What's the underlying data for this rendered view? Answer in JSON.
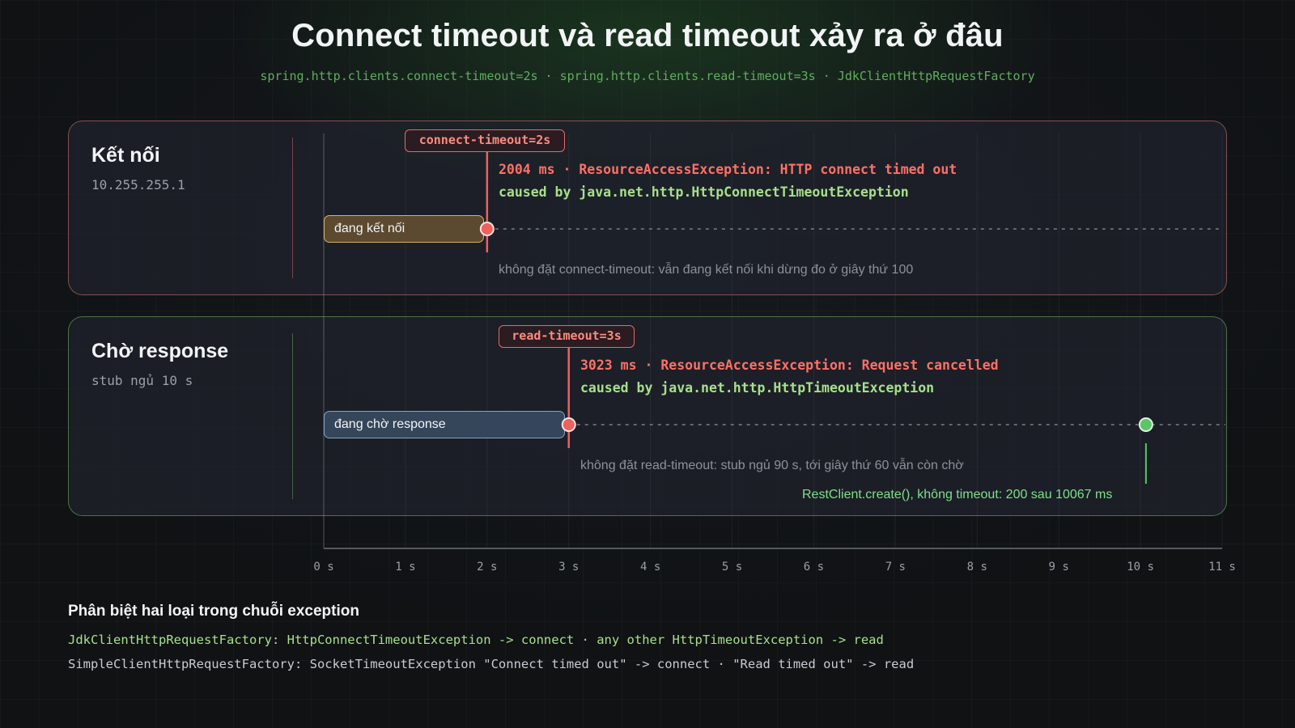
{
  "header": {
    "title": "Connect timeout và read timeout xảy ra ở đâu",
    "subtitle": "spring.http.clients.connect-timeout=2s · spring.http.clients.read-timeout=3s · JdkClientHttpRequestFactory"
  },
  "axis": {
    "min": 0,
    "max": 11,
    "ticks": [
      {
        "value": 0,
        "label": "0 s"
      },
      {
        "value": 1,
        "label": "1 s"
      },
      {
        "value": 2,
        "label": "2 s"
      },
      {
        "value": 3,
        "label": "3 s"
      },
      {
        "value": 4,
        "label": "4 s"
      },
      {
        "value": 5,
        "label": "5 s"
      },
      {
        "value": 6,
        "label": "6 s"
      },
      {
        "value": 7,
        "label": "7 s"
      },
      {
        "value": 8,
        "label": "8 s"
      },
      {
        "value": 9,
        "label": "9 s"
      },
      {
        "value": 10,
        "label": "10 s"
      },
      {
        "value": 11,
        "label": "11 s"
      }
    ]
  },
  "lanes": {
    "connect": {
      "title": "Kết nối",
      "subtitle": "10.255.255.1",
      "bar_label": "đang kết nối",
      "timeout_tag": "connect-timeout=2s",
      "timeout_seconds": 2,
      "error_line": "2004 ms · ResourceAccessException: HTTP connect timed out",
      "cause_line": "caused by java.net.http.HttpConnectTimeoutException",
      "note": "không đặt connect-timeout: vẫn đang kết nối khi dừng đo ở giây thứ 100"
    },
    "read": {
      "title": "Chờ response",
      "subtitle": "stub ngủ 10 s",
      "bar_label": "đang chờ response",
      "timeout_tag": "read-timeout=3s",
      "timeout_seconds": 3,
      "error_line": "3023 ms · ResourceAccessException: Request cancelled",
      "cause_line": "caused by java.net.http.HttpTimeoutException",
      "note": "không đặt read-timeout: stub ngủ 90 s, tới giây thứ 60 vẫn còn chờ",
      "success_seconds": 10.067,
      "success_note": "RestClient.create(), không timeout: 200 sau 10067 ms"
    }
  },
  "legend": {
    "title": "Phân biệt hai loại trong chuỗi exception",
    "jdk_line": "JdkClientHttpRequestFactory: HttpConnectTimeoutException -> connect · any other HttpTimeoutException -> read",
    "simple_line": "SimpleClientHttpRequestFactory: SocketTimeoutException \"Connect timed out\" -> connect · \"Read timed out\" -> read"
  },
  "colors": {
    "error_red": "#ff7066",
    "timeout_marker": "#f0605c",
    "success_green": "#5ec46a",
    "connect_bar": "#d8b064",
    "read_bar": "#7fa6c8"
  }
}
